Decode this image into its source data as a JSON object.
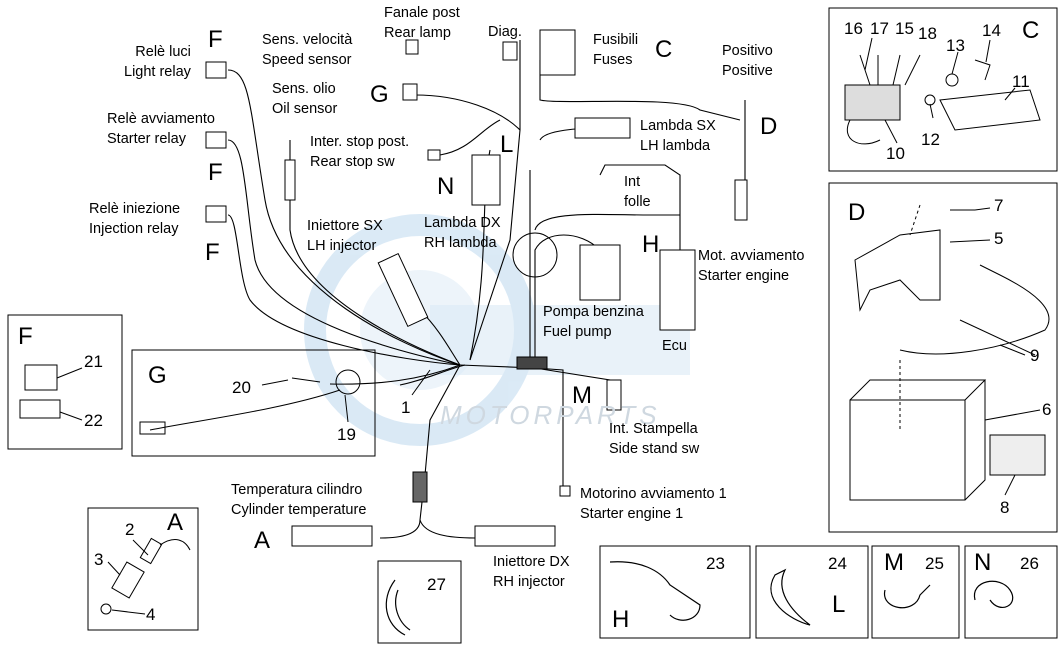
{
  "labels": {
    "light_relay": [
      "Relè luci",
      "Light relay"
    ],
    "speed_sensor": [
      "Sens. velocità",
      "Speed sensor"
    ],
    "rear_lamp": [
      "Fanale post",
      "Rear lamp"
    ],
    "diag": "Diag.",
    "fuses": [
      "Fusibili",
      "Fuses"
    ],
    "positive": [
      "Positivo",
      "Positive"
    ],
    "oil_sensor": [
      "Sens. olio",
      "Oil sensor"
    ],
    "starter_relay": [
      "Relè avviamento",
      "Starter relay"
    ],
    "rear_stop_sw": [
      "Inter. stop post.",
      "Rear stop sw"
    ],
    "lh_lambda": [
      "Lambda SX",
      "LH lambda"
    ],
    "int_folle": [
      "Int",
      "folle"
    ],
    "injection_relay": [
      "Relè iniezione",
      "Injection relay"
    ],
    "lh_injector": [
      "Iniettore SX",
      "LH injector"
    ],
    "rh_lambda": [
      "Lambda DX",
      "RH lambda"
    ],
    "starter_engine": [
      "Mot. avviamento",
      "Starter engine"
    ],
    "fuel_pump": [
      "Pompa benzina",
      "Fuel pump"
    ],
    "ecu": "Ecu",
    "side_stand_sw": [
      "Int. Stampella",
      "Side stand sw"
    ],
    "cylinder_temp": [
      "Temperatura cilindro",
      "Cylinder temperature"
    ],
    "starter_engine_1": [
      "Motorino avviamento 1",
      "Starter engine 1"
    ],
    "rh_injector": [
      "Iniettore DX",
      "RH injector"
    ]
  },
  "letters": {
    "F": "F",
    "G": "G",
    "C": "C",
    "D": "D",
    "L": "L",
    "N": "N",
    "H": "H",
    "M": "M",
    "A": "A"
  },
  "numbers": {
    "n1": "1",
    "n2": "2",
    "n3": "3",
    "n4": "4",
    "n5": "5",
    "n6": "6",
    "n7": "7",
    "n8": "8",
    "n9": "9",
    "n10": "10",
    "n11": "11",
    "n12": "12",
    "n13": "13",
    "n14": "14",
    "n15": "15",
    "n16": "16",
    "n17": "17",
    "n18": "18",
    "n19": "19",
    "n20": "20",
    "n21": "21",
    "n22": "22",
    "n23": "23",
    "n24": "24",
    "n25": "25",
    "n26": "26",
    "n27": "27"
  },
  "watermark": "MOTORPARTS",
  "colors": {
    "line": "#000000",
    "watermark": "#5aa0d6"
  }
}
